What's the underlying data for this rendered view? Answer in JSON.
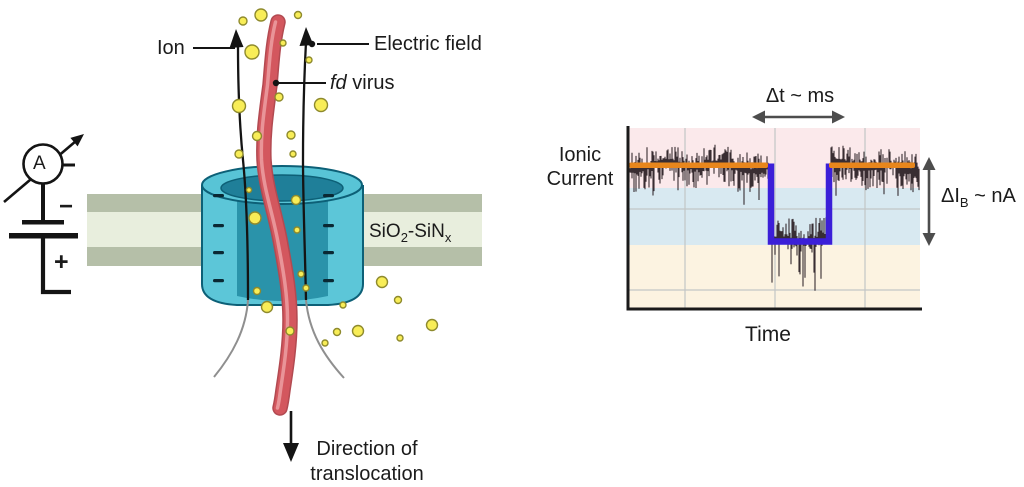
{
  "left_panel": {
    "ammeter_label": "A",
    "minus_sign": "−",
    "plus_sign": "+",
    "ion_label": "Ion",
    "electric_field_label": "Electric field",
    "virus_label_italic": "fd",
    "virus_label_rest": " virus",
    "membrane_formula": {
      "base1": "SiO",
      "sub1": "2",
      "base2": "-SiN",
      "sub2": "x"
    },
    "direction_label_line1": "Direction of",
    "direction_label_line2": "translocation",
    "colors": {
      "pore_teal_body": "#5CC6D8",
      "pore_teal_inner": "#2A93AA",
      "pore_teal_cavity": "#1F7F99",
      "pore_outline": "#0D6077",
      "membrane_sage": "#B5BFA8",
      "membrane_pale": "#E8EEDD",
      "virus_red": "#D3575E",
      "virus_outline": "#B24A51",
      "virus_highlight": "#EC9FA2",
      "ion_yellow": "#F8ED57",
      "ion_stroke": "#8E8A2D",
      "field_line": "#141414",
      "flare_gray": "#8F8F8F"
    }
  },
  "right_panel": {
    "y_axis_label_line1": "Ionic",
    "y_axis_label_line2": "Current",
    "x_axis_label": "Time",
    "dwell_time_label": "Δt ~ ms",
    "blockade_label": {
      "base": "ΔI",
      "sub": "B",
      "rest": " ~ nA"
    },
    "colors": {
      "band_pink": "#FBE9EB",
      "band_blue": "#D8E9F1",
      "band_cream": "#FCF3E1",
      "gridline": "#C2C6C6",
      "trace": "#2E2328",
      "baseline_orange": "#E8861C",
      "blockade_blue": "#3B1FD8",
      "axis": "#1A1A1A",
      "arrow_gray": "#4D4D4D"
    }
  },
  "chart_data": {
    "type": "line",
    "title": "",
    "xlabel": "Time",
    "ylabel": "Ionic Current",
    "axis_tick_labels": "none (schematic axes, no numeric ticks shown)",
    "grid": true,
    "series": [
      {
        "name": "ionic current trace",
        "style": "dense noisy signal",
        "color": "#2E2328",
        "segments": [
          {
            "x_frac": [
              0.0,
              0.48
            ],
            "level_frac_of_yrange": 0.79,
            "description": "open-pore baseline with noise"
          },
          {
            "x_frac": [
              0.49,
              0.69
            ],
            "level_frac_of_yrange": 0.37,
            "description": "blockade event (virus in pore)"
          },
          {
            "x_frac": [
              0.69,
              1.0
            ],
            "level_frac_of_yrange": 0.79,
            "description": "return to open-pore baseline"
          }
        ]
      },
      {
        "name": "open-pore baseline fit",
        "color": "#E8861C",
        "level_frac_of_yrange": 0.79,
        "x_frac_left": [
          0.0,
          0.48
        ],
        "x_frac_right": [
          0.69,
          0.98
        ]
      },
      {
        "name": "blockade square-pulse fit",
        "color": "#3B1FD8",
        "level_frac_of_yrange": 0.37,
        "x_frac": [
          0.49,
          0.69
        ]
      }
    ],
    "annotations": [
      {
        "text": "Δt ~ ms",
        "meaning": "dwell time of blockade",
        "position": "above plot, horizontal double arrow over pulse"
      },
      {
        "text": "ΔIB ~ nA",
        "meaning": "current blockade amplitude",
        "position": "right of plot, vertical double arrow"
      }
    ],
    "background_bands_top_to_bottom": [
      {
        "color": "#FBE9EB",
        "fraction_of_height": 0.33
      },
      {
        "color": "#D8E9F1",
        "fraction_of_height": 0.32
      },
      {
        "color": "#FCF3E1",
        "fraction_of_height": 0.35
      }
    ],
    "legend": "none"
  }
}
